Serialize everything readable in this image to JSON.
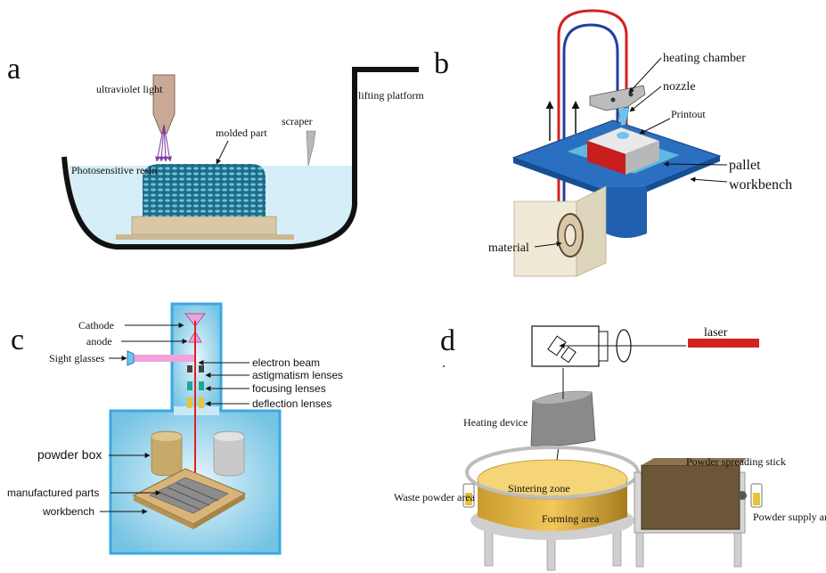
{
  "panels": {
    "a": {
      "letter": "a",
      "labels": {
        "ultraviolet_light": "ultraviolet light",
        "lifting_platform": "lifting platform",
        "molded_part": "molded part",
        "scraper": "scraper",
        "photosensitive_resin": "Photosensitive resin"
      }
    },
    "b": {
      "letter": "b",
      "labels": {
        "heating_chamber": "heating chamber",
        "nozzle": "nozzle",
        "printout": "Printout",
        "pallet": "pallet",
        "workbench": "workbench",
        "material": "material"
      }
    },
    "c": {
      "letter": "c",
      "labels": {
        "cathode": "Cathode",
        "anode": "anode",
        "sight_glasses": "Sight glasses",
        "electron_beam": "electron beam",
        "astigmatism_lenses": "astigmatism lenses",
        "focusing_lenses": "focusing lenses",
        "deflection_lenses": "deflection lenses",
        "powder_box": "powder box",
        "manufactured_parts": "manufactured parts",
        "workbench": "workbench"
      }
    },
    "d": {
      "letter": "d",
      "dot": ".",
      "labels": {
        "laser": "laser",
        "heating_device": "Heating device",
        "powder_spreading_stick": "Powder spreading stick",
        "sintering_zone": "Sintering zone",
        "waste_powder_area": "Waste powder area",
        "forming_area": "Forming area",
        "powder_supply_area": "Powder supply area"
      }
    }
  },
  "colors": {
    "resin": "#d6eef7",
    "fdm_base": "#1f5fae",
    "ebm_chamber": "#7fcbe8",
    "ebm_border": "#3aa8e0",
    "laser_red": "#d42121",
    "forming_bed": "#e8b94a",
    "supply_box": "#6b5637"
  }
}
